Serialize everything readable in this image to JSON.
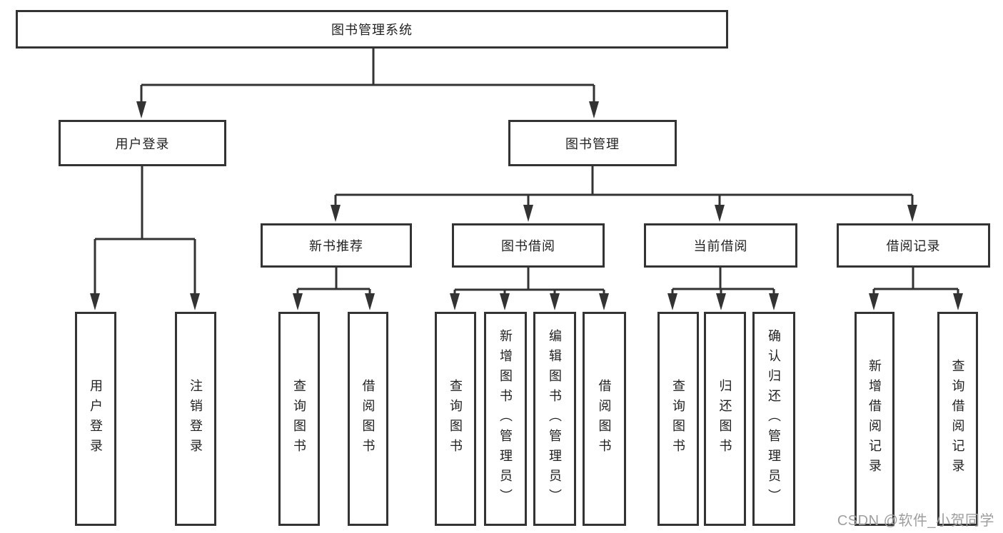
{
  "diagram": {
    "tree": {
      "label": "图书管理系统",
      "children": [
        {
          "label": "用户登录",
          "children": [
            {
              "label": "用户登录"
            },
            {
              "label": "注销登录"
            }
          ]
        },
        {
          "label": "图书管理",
          "children": [
            {
              "label": "新书推荐",
              "children": [
                {
                  "label": "查询图书"
                },
                {
                  "label": "借阅图书"
                }
              ]
            },
            {
              "label": "图书借阅",
              "children": [
                {
                  "label": "查询图书"
                },
                {
                  "label": "新增图书（管理员）"
                },
                {
                  "label": "编辑图书（管理员）"
                },
                {
                  "label": "借阅图书"
                }
              ]
            },
            {
              "label": "当前借阅",
              "children": [
                {
                  "label": "查询图书"
                },
                {
                  "label": "归还图书"
                },
                {
                  "label": "确认归还（管理员）"
                }
              ]
            },
            {
              "label": "借阅记录",
              "children": [
                {
                  "label": "新增借阅记录"
                },
                {
                  "label": "查询借阅记录"
                }
              ]
            }
          ]
        }
      ]
    },
    "colors": {
      "line": "#333333",
      "text": "#222222",
      "background": "#ffffff",
      "watermark": "#9e9e9e"
    },
    "watermark": "CSDN @软件_小贺同学"
  }
}
